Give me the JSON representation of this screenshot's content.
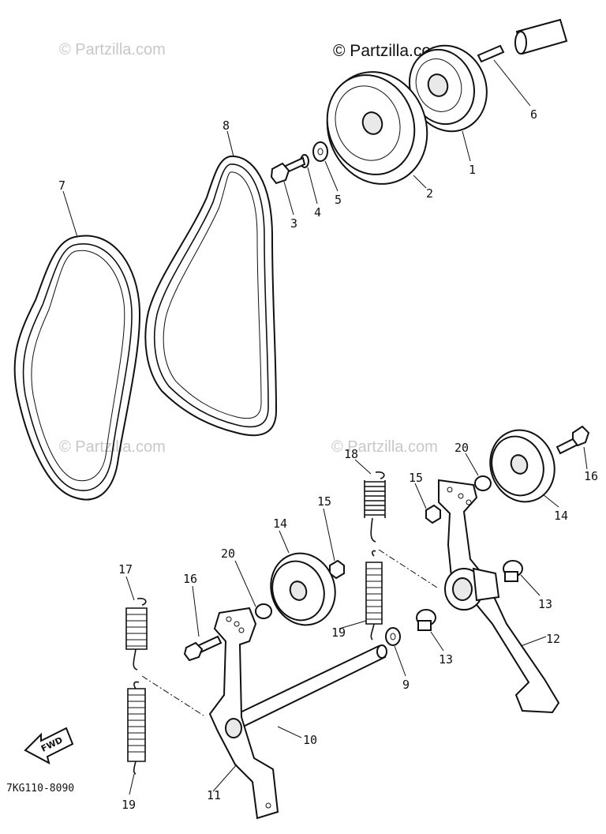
{
  "watermarks": [
    "© Partzilla.com",
    "© Partzilla.com",
    "© Partzilla.com",
    "© Partzilla.com"
  ],
  "watermark_main": "© Partzilla.com",
  "diagram_code": "7KG110-8090",
  "fwd_label": "FWD",
  "callouts": [
    "1",
    "2",
    "3",
    "4",
    "5",
    "6",
    "7",
    "8",
    "9",
    "10",
    "11",
    "12",
    "13",
    "13",
    "14",
    "14",
    "15",
    "15",
    "16",
    "16",
    "17",
    "18",
    "19",
    "19",
    "20",
    "20"
  ]
}
